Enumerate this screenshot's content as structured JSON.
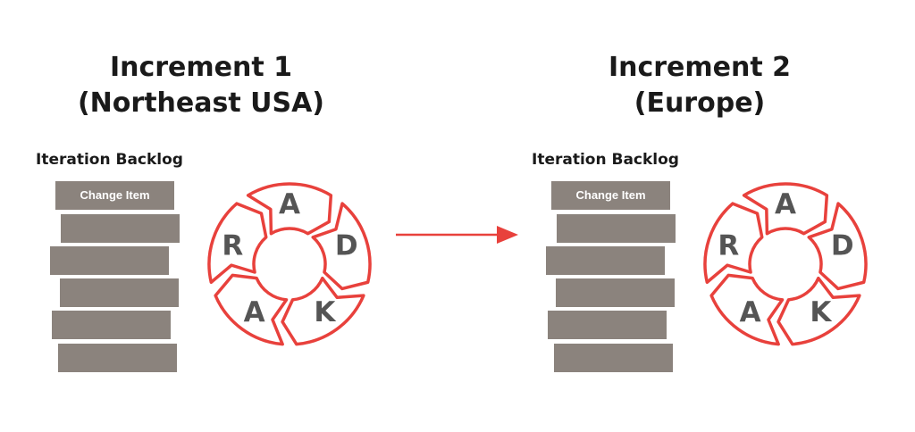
{
  "increments": [
    {
      "title_line1": "Increment 1",
      "title_line2": "(Northeast USA)",
      "backlog_label": "Iteration Backlog",
      "top_item_label": "Change Item",
      "cycle_letters": [
        "A",
        "D",
        "K",
        "A",
        "R"
      ]
    },
    {
      "title_line1": "Increment 2",
      "title_line2": "(Europe)",
      "backlog_label": "Iteration Backlog",
      "top_item_label": "Change Item",
      "cycle_letters": [
        "A",
        "D",
        "K",
        "A",
        "R"
      ]
    }
  ],
  "colors": {
    "accent_red": "#e8413c",
    "bar_gray": "#8b837d",
    "letter_gray": "#555555"
  }
}
